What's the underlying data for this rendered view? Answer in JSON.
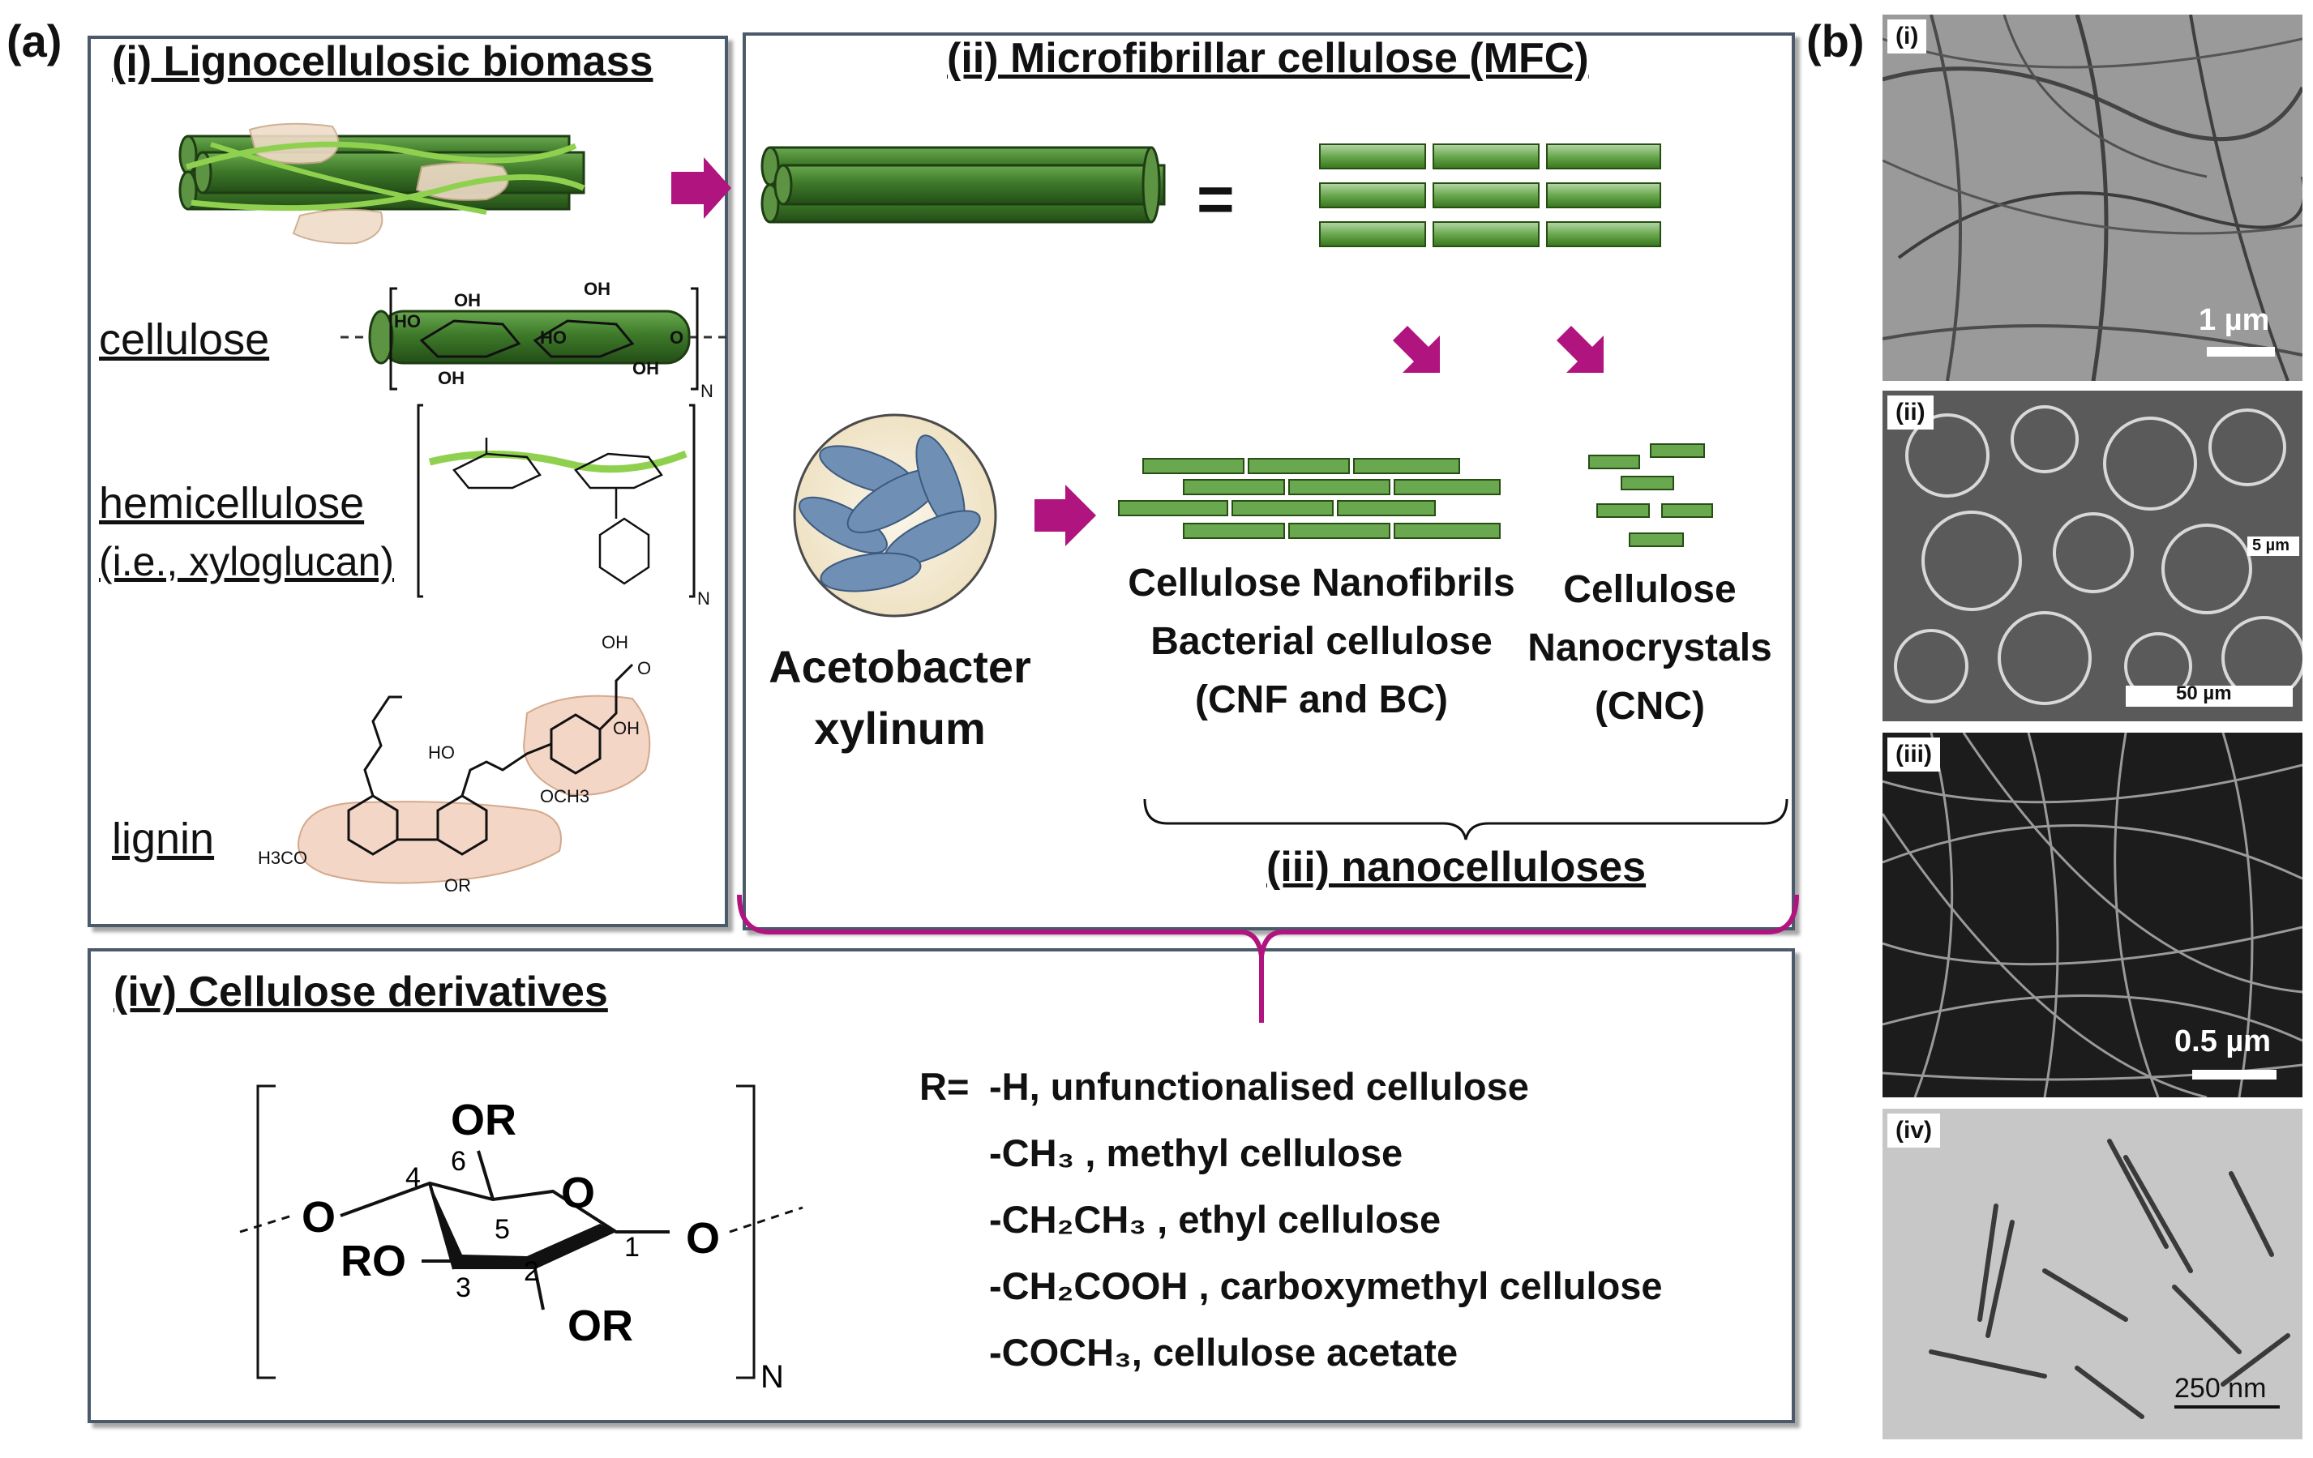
{
  "panels": {
    "a_label": "(a)",
    "b_label": "(b)"
  },
  "lignocellulose": {
    "title": "(i) Lignocellulosic biomass",
    "cellulose": "cellulose",
    "hemicellulose": "hemicellulose",
    "hemicellulose_note": "(i.e., xyloglucan)",
    "lignin": "lignin",
    "chem_labels": {
      "oh1": "OH",
      "oh2": "OH",
      "ho1": "HO",
      "ho2": "HO",
      "oh3": "OH",
      "oh4": "OH",
      "o1": "O",
      "n1": "N",
      "n2": "N",
      "lig_oh1": "OH",
      "lig_o": "O",
      "lig_oh2": "OH",
      "lig_ho": "HO",
      "lig_och3": "OCH3",
      "lig_h3co": "H3CO",
      "lig_or": "OR"
    }
  },
  "mfc": {
    "title": "(ii) Microfibrillar cellulose (MFC)",
    "equals": "=",
    "acetobacter_line1": "Acetobacter",
    "acetobacter_line2": "xylinum",
    "cnf_line1": "Cellulose Nanofibrils",
    "cnf_line2": "Bacterial cellulose",
    "cnf_line3": "(CNF and BC)",
    "cnc_line1": "Cellulose",
    "cnc_line2": "Nanocrystals",
    "cnc_line3": "(CNC)",
    "nanocelluloses": "(iii) nanocelluloses"
  },
  "derivatives": {
    "title": "(iv) Cellulose derivatives",
    "structure": {
      "or_top": "OR",
      "ro": "RO",
      "or_bottom": "OR",
      "o_left": "O",
      "o_ring": "O",
      "o_right": "O",
      "c1": "1",
      "c2": "2",
      "c3": "3",
      "c4": "4",
      "c5": "5",
      "c6": "6",
      "n": "N"
    },
    "r_prefix": "R=",
    "r_groups": [
      "-H, unfunctionalised cellulose",
      "-CH₃ , methyl cellulose",
      "-CH₂CH₃ , ethyl cellulose",
      "-CH₂COOH , carboxymethyl cellulose",
      "-COCH₃, cellulose acetate"
    ]
  },
  "micrographs": [
    {
      "tag": "(i)",
      "scale": "1 µm"
    },
    {
      "tag": "(ii)",
      "scale": "50 µm",
      "inset_scale": "5 µm"
    },
    {
      "tag": "(iii)",
      "scale": "0.5 µm"
    },
    {
      "tag": "(iv)",
      "scale": "250 nm"
    }
  ],
  "colors": {
    "fiber_green": "#3e7a2a",
    "fiber_light": "#6aa84f",
    "strand_green": "#8fd14f",
    "arrow_magenta": "#b0147e",
    "box_border": "#4a5a6a",
    "lignin_fill": "#f3d6c6",
    "bacteria_blue": "#6f8fb5",
    "cell_bg": "#f5ecd7"
  }
}
